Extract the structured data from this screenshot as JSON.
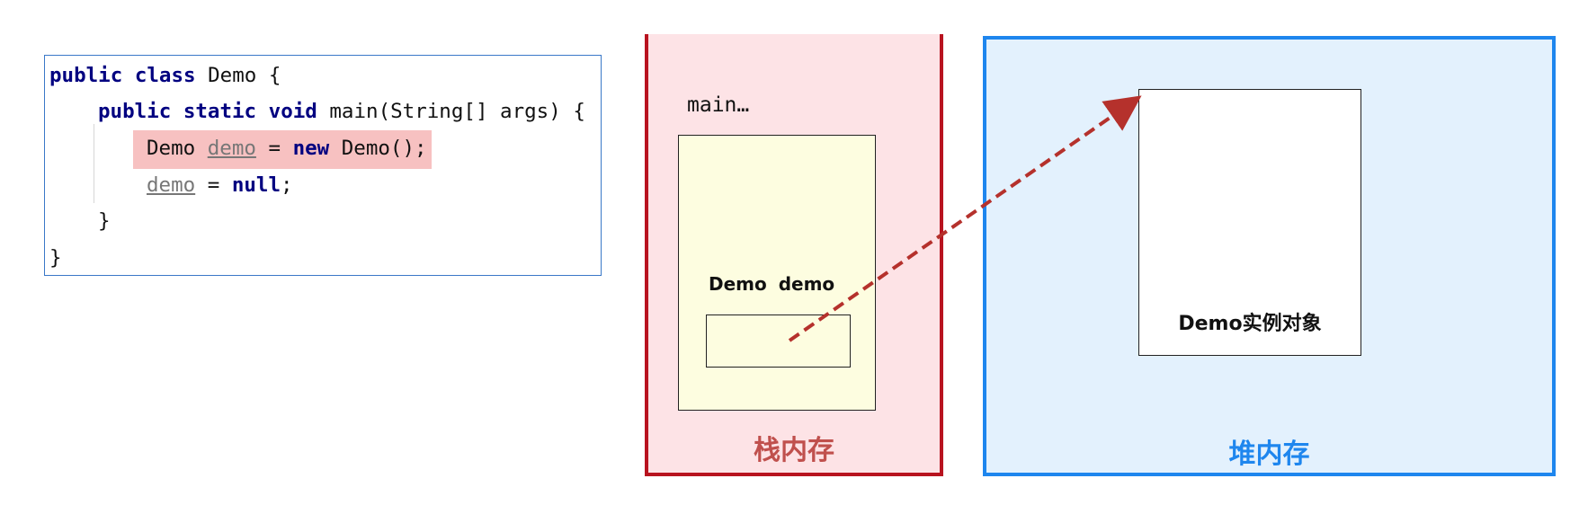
{
  "code": {
    "line1": {
      "kw_public": "public",
      "kw_class": "class",
      "rest": " Demo {"
    },
    "line2": {
      "kw_public": "public",
      "kw_static": "static",
      "kw_void": "void",
      "rest": " main(String[] args) {"
    },
    "line3": {
      "type": "Demo ",
      "var": "demo",
      "eq": " = ",
      "kw_new": "new",
      "rest": " Demo();"
    },
    "line4": {
      "var": "demo",
      "eq": " = ",
      "kw_null": "null",
      "rest": ";"
    },
    "line5": {
      "brace": "}"
    },
    "line6": {
      "brace": "}"
    }
  },
  "stack": {
    "frame_label": "main…",
    "var_label": "Demo  demo",
    "label": "栈内存",
    "color": "#b8131f"
  },
  "heap": {
    "object_label": "Demo实例对象",
    "label": "堆内存",
    "color": "#1e86ee"
  },
  "arrow": {
    "style": "dashed",
    "color": "#b5312c"
  }
}
